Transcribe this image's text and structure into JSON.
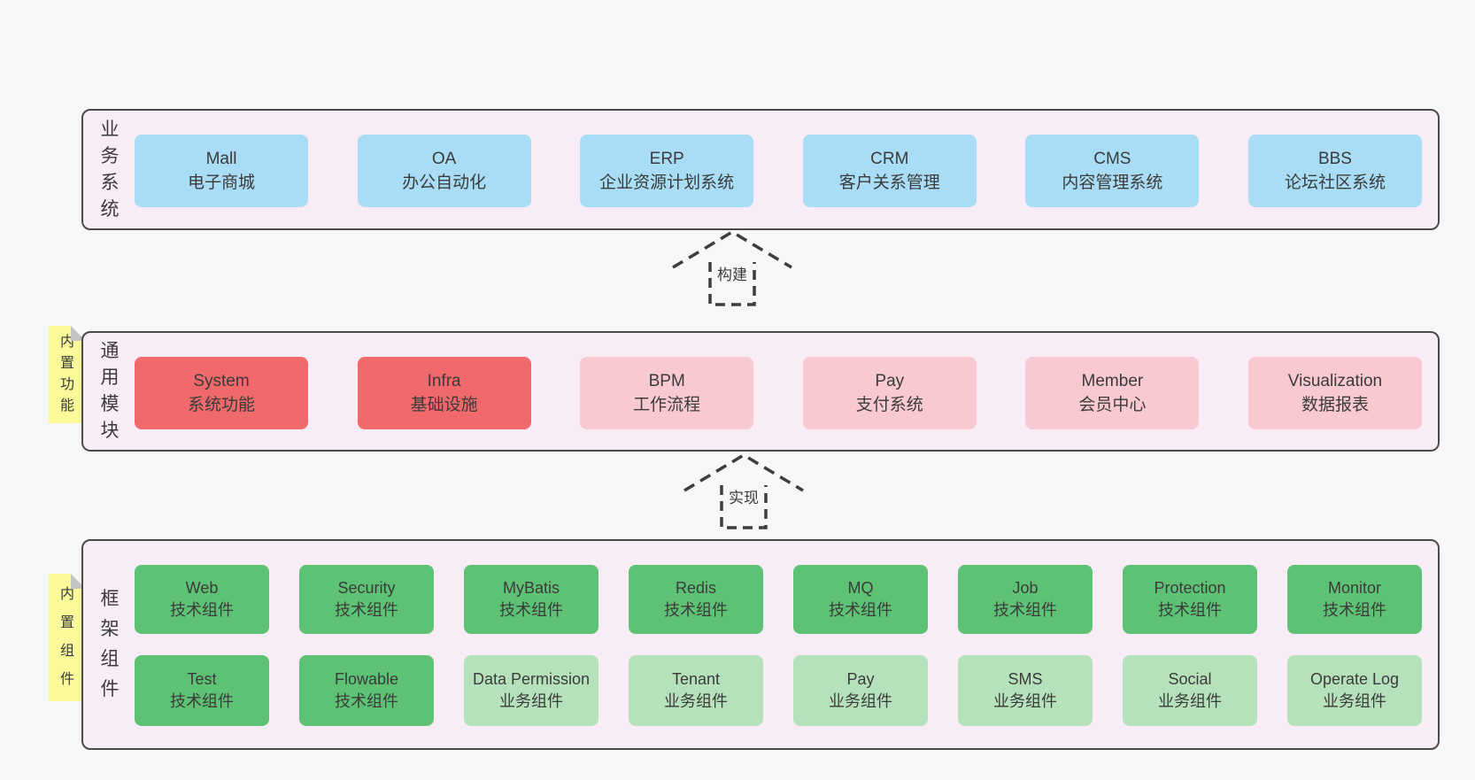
{
  "colors": {
    "page_background": "#f7f7f7",
    "layer_background": "#f8ecf6",
    "layer_border": "#4a4a4a",
    "blue_box": "#a8ddf5",
    "red_box": "#f0696b",
    "pink_box": "#f9c9d2",
    "green_box": "#5ec274",
    "light_green_box": "#b6e2bb",
    "sticky_yellow": "#fafa9b",
    "text": "#3b3b3b"
  },
  "arrows": [
    {
      "label": "构建"
    },
    {
      "label": "实现"
    }
  ],
  "layers": [
    {
      "title": "业务系统",
      "boxes": [
        {
          "name": "Mall",
          "desc": "电子商城"
        },
        {
          "name": "OA",
          "desc": "办公自动化"
        },
        {
          "name": "ERP",
          "desc": "企业资源计划系统"
        },
        {
          "name": "CRM",
          "desc": "客户关系管理"
        },
        {
          "name": "CMS",
          "desc": "内容管理系统"
        },
        {
          "name": "BBS",
          "desc": "论坛社区系统"
        }
      ]
    },
    {
      "title": "通用模块",
      "sticky": "内置功能",
      "boxes": [
        {
          "name": "System",
          "desc": "系统功能"
        },
        {
          "name": "Infra",
          "desc": "基础设施"
        },
        {
          "name": "BPM",
          "desc": "工作流程"
        },
        {
          "name": "Pay",
          "desc": "支付系统"
        },
        {
          "name": "Member",
          "desc": "会员中心"
        },
        {
          "name": "Visualization",
          "desc": "数据报表"
        }
      ]
    },
    {
      "title": "框架组件",
      "sticky": "内置组件",
      "rows": [
        [
          {
            "name": "Web",
            "desc": "技术组件"
          },
          {
            "name": "Security",
            "desc": "技术组件"
          },
          {
            "name": "MyBatis",
            "desc": "技术组件"
          },
          {
            "name": "Redis",
            "desc": "技术组件"
          },
          {
            "name": "MQ",
            "desc": "技术组件"
          },
          {
            "name": "Job",
            "desc": "技术组件"
          },
          {
            "name": "Protection",
            "desc": "技术组件"
          },
          {
            "name": "Monitor",
            "desc": "技术组件"
          }
        ],
        [
          {
            "name": "Test",
            "desc": "技术组件"
          },
          {
            "name": "Flowable",
            "desc": "技术组件"
          },
          {
            "name": "Data Permission",
            "desc": "业务组件"
          },
          {
            "name": "Tenant",
            "desc": "业务组件"
          },
          {
            "name": "Pay",
            "desc": "业务组件"
          },
          {
            "name": "SMS",
            "desc": "业务组件"
          },
          {
            "name": "Social",
            "desc": "业务组件"
          },
          {
            "name": "Operate Log",
            "desc": "业务组件"
          }
        ]
      ]
    }
  ]
}
